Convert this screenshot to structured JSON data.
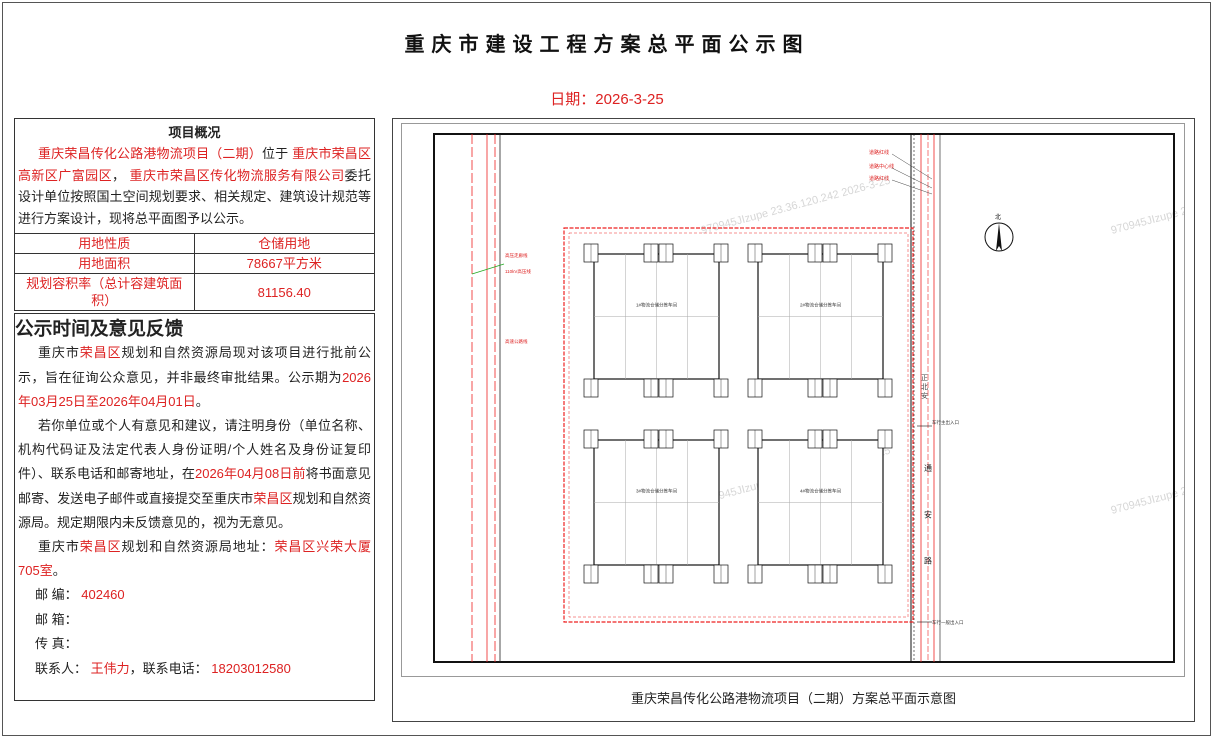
{
  "title": "重庆市建设工程方案总平面公示图",
  "date": "日期：2026-3-25",
  "overview": {
    "heading": "项目概况",
    "p_project": "重庆荣昌传化公路港物流项目（二期）",
    "p_located": "位于",
    "p_location": "重庆市荣昌区高新区广富园区",
    "p_comma": "，",
    "p_company": "重庆市荣昌区传化物流服务有限公司",
    "p_rest": "委托设计单位按照国土空间规划要求、相关规定、建筑设计规范等进行方案设计，现将总平面图予以公示。",
    "rows": [
      {
        "key": "用地性质",
        "value": "仓储用地"
      },
      {
        "key": "用地面积",
        "value": "78667平方米"
      },
      {
        "key": "规划容积率（总计容建筑面积）",
        "value": "81156.40"
      }
    ]
  },
  "notice": {
    "heading": "公示时间及意见反馈",
    "p1_a": "重庆市",
    "p1_b": "荣昌区",
    "p1_c": "规划和自然资源局现对该项目进行批前公示，旨在征询公众意见，并非最终审批结果。公示期为",
    "p1_d": "2026年03月25日至2026年04月01日",
    "p1_e": "。",
    "p2_a": "若你单位或个人有意见和建议，请注明身份（单位名称、机构代码证及法定代表人身份证明/个人姓名及身份证复印件）、联系电话和邮寄地址，在",
    "p2_b": "2026年04月08日前",
    "p2_c": "将书面意见邮寄、发送电子邮件或直接提交至重庆市",
    "p2_d": "荣昌区",
    "p2_e": "规划和自然资源局。规定期限内未反馈意见的，视为无意见。",
    "p3_a": "重庆市",
    "p3_b": "荣昌区",
    "p3_c": "规划和自然资源局地址：",
    "p3_d": "荣昌区兴荣大厦705室",
    "p3_e": "。",
    "postcode_label": "邮 编：",
    "postcode": "402460",
    "mail_label": "邮 箱：",
    "fax_label": "传 真：",
    "contact_label": "联系人：",
    "contact": "王伟力",
    "phone_label": "，联系电话：",
    "phone": "18203012580"
  },
  "plan": {
    "caption": "重庆荣昌传化公路港物流项目（二期）方案总平面示意图",
    "north": "北",
    "road": "通 安 路",
    "road_left": "正 北 安",
    "warehouses": [
      "1#物流仓储分拣车间",
      "2#物流仓储分拣车间",
      "3#物流仓储分拣车间",
      "4#物流仓储分拣车间"
    ],
    "labels_left": [
      "高压走廊线",
      "110kV高压线",
      "高速公路线"
    ],
    "labels_right": [
      "道路红线",
      "道路中心线",
      "道路红线"
    ],
    "entrance1": "车行主出入口",
    "entrance2": "车行一般出入口",
    "watermark": "970945JIzupe 23.36.120.242 2026-3-25"
  }
}
